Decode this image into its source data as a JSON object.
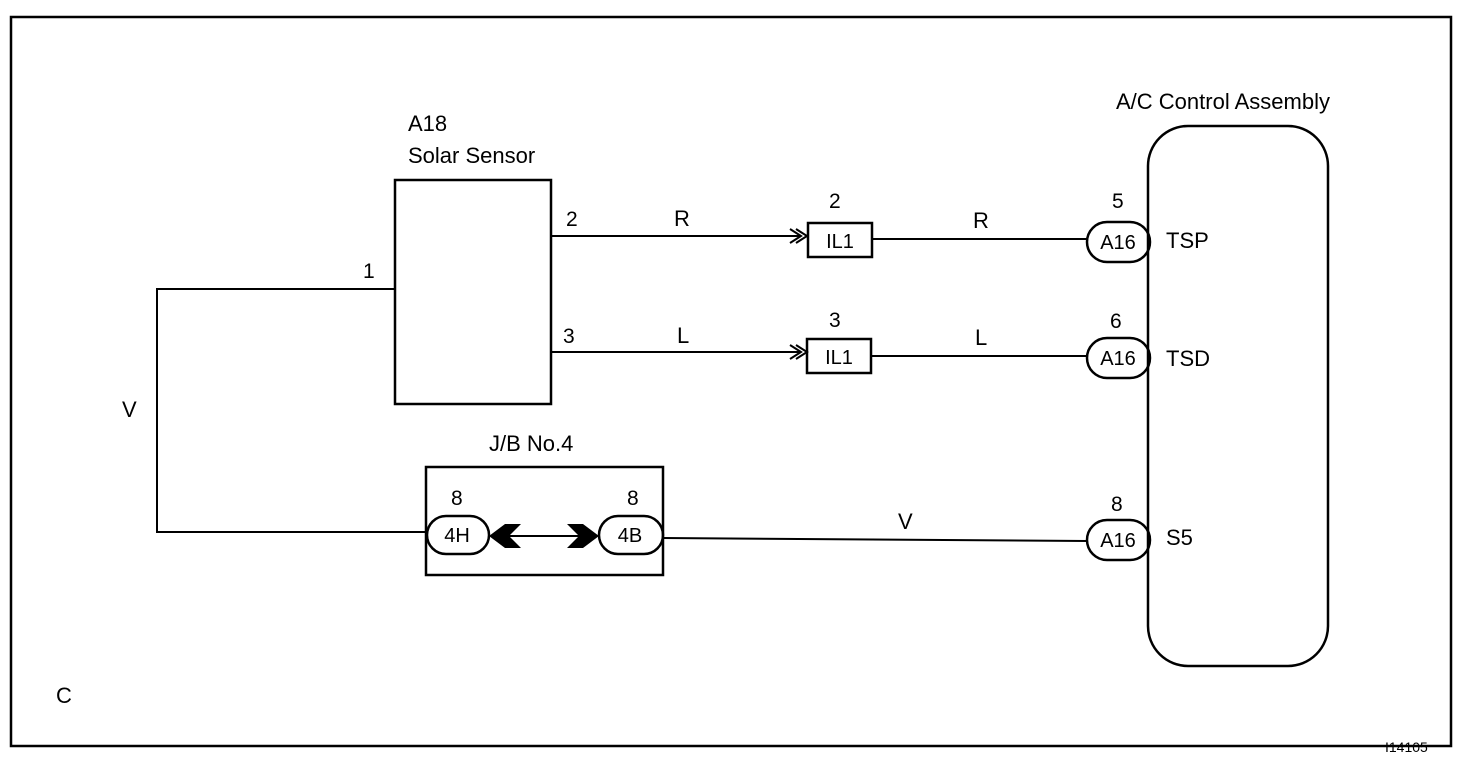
{
  "diagram": {
    "section_letter": "C",
    "figure_code": "I14105",
    "solar_sensor": {
      "code": "A18",
      "name": "Solar Sensor",
      "pin_1": "1",
      "pin_2": "2",
      "pin_3": "3"
    },
    "ac_control": {
      "name": "A/C Control Assembly",
      "terminal_tsp": "TSP",
      "terminal_tsd": "TSD",
      "terminal_s5": "S5"
    },
    "junction_block": {
      "name": "J/B No.4",
      "left_connector": "4H",
      "left_pin": "8",
      "right_connector": "4B",
      "right_pin": "8"
    },
    "connectors": {
      "il1_top": {
        "label": "IL1",
        "pin": "2"
      },
      "il1_bottom": {
        "label": "IL1",
        "pin": "3"
      },
      "a16_tsp": {
        "label": "A16",
        "pin": "5"
      },
      "a16_tsd": {
        "label": "A16",
        "pin": "6"
      },
      "a16_s5": {
        "label": "A16",
        "pin": "8"
      }
    },
    "wire_colors": {
      "r_left": "R",
      "r_right": "R",
      "l_left": "L",
      "l_right": "L",
      "v_left": "V",
      "v_bottom": "V"
    }
  }
}
